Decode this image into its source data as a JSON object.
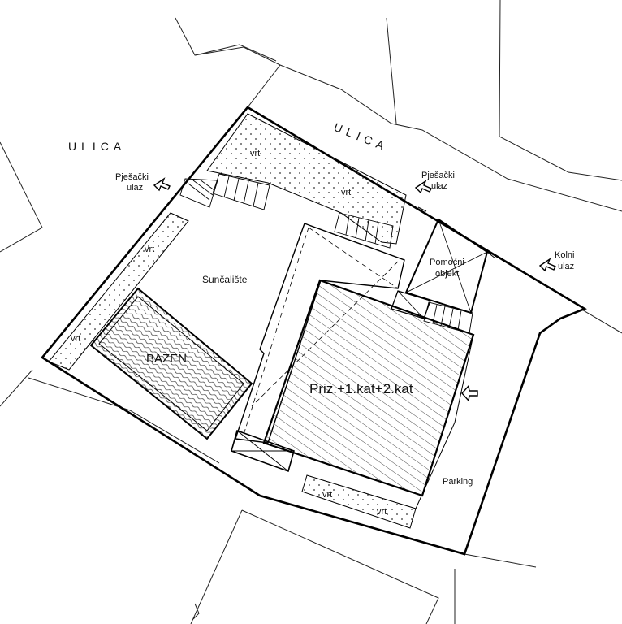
{
  "streets": [
    "ULICA",
    "ULICA"
  ],
  "entrances": {
    "pedestrian_left": [
      "Pješački",
      "ulaz"
    ],
    "pedestrian_right": [
      "Pješački",
      "ulaz"
    ],
    "vehicle": [
      "Kolni",
      "ulaz"
    ]
  },
  "areas": {
    "garden": "vrt",
    "sunbathing": "Sunčalište",
    "pool": "BAZEN",
    "house": "Priz.+1.kat+2.kat",
    "aux_building": [
      "Pomoćni",
      "objekt"
    ],
    "parking": "Parking"
  }
}
